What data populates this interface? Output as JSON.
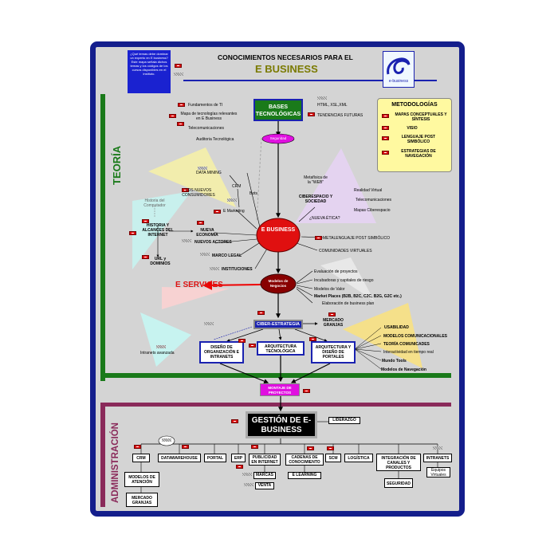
{
  "header": {
    "intro": "¿Qué temas debe dominar un experto en E business? Este mapa señala dichos temas y los códigos de los cursos disponibles en el instituto.",
    "title_line1": "CONOCIMIENTOS NECESARIOS PARA EL",
    "title_line2": "E BUSINESS",
    "logo_text": "e-business"
  },
  "sections": {
    "teoria": "TEORÍA",
    "administracion": "ADMINISTRACIÓN"
  },
  "metodologias": {
    "title": "METODOLOGÍAS",
    "items": [
      "MAPAS CONCEPTUALES Y SÍNTESIS",
      "VISIO",
      "LENGUAJE POST SIMBÓLICO",
      "ESTRATEGIAS DE NAVEGACIÓN"
    ]
  },
  "bases": {
    "label": "BASES TECNOLÓGICAS",
    "left": [
      "Fundamentos de TI",
      "Mapa de tecnologías relevantes en E Business",
      "Telecomunicaciones",
      "Auditoria Tecnológica"
    ],
    "right": [
      "HTML, XSL,XML",
      "TENDENCIAS FUTURAS"
    ],
    "seguridad": "Seguridad"
  },
  "ebusiness": {
    "label": "E BUSINESS"
  },
  "marketing": {
    "data_mining": "DATA MINING",
    "crm": "CRM",
    "consumidores": "LOS NUEVOS CONSUMIDORES",
    "emarketing": "E Marketing",
    "bots": "Bots"
  },
  "historia": {
    "computador": "Historia del Computador",
    "historia": "HISTORIA Y ALCANCES DEL INTERNET",
    "url": "URL y DOMINIOS",
    "economia": "NUEVA ECONOMÍA",
    "actores": "NUEVOS ACTORES",
    "marco": "MARCO LEGAL",
    "instituciones": "INSTITUCIONES"
  },
  "ciber": {
    "metafisica": "Metafísica de la \"WEB\"",
    "realidad": "Realidad Virtual",
    "ciberespacio": "CIBERESPACIO Y SOCIEDAD",
    "telecom": "Telecomunicaciones",
    "mapas": "Mapas Ciberespacio",
    "etica": "¿NUEVA ÉTICA?",
    "metalenguaje": "METALENGUAJE POST SIMBÓLICO",
    "comunidades": "COMUNIDADES VIRTUALES"
  },
  "eservices": "E SERVICES",
  "modelos": {
    "label": "Modelos de Negocios",
    "items": [
      "Evaluación de proyectos",
      "Incubadoras y capitales de riesgo",
      "Modelos de Valor",
      "Market Places (B2B, B2C, C2C, B2G, G2C etc.)",
      "Elaboración de business plan"
    ]
  },
  "estrategia": {
    "ciber": "CIBER-ESTRATEGIA",
    "mercado": "MERCADO GRANJAS",
    "intranets_avanzada": "Intranets avanzada",
    "diseno_org": "DISEÑO DE ORGANIZACIÓN E INTRANETS",
    "arq_tec": "ARQUITECTURA TECNOLÓGICA",
    "arq_portales": "ARQUITECTURA Y DISEÑO DE PORTALES",
    "usabilidad": [
      "USABILIDAD",
      "MODELOS COMUNICACIONALES",
      "TEORÍA COMUNICADES",
      "Interactividad en tiempo real",
      "Mundo Tools",
      "Modelos de Navegación"
    ]
  },
  "montaje": "MONTAJE DE PROYECTOS",
  "gestion": {
    "label": "GESTIÓN DE E-BUSINESS",
    "liderazgo": "LIDERAZGO"
  },
  "admin": {
    "crm": "CRM",
    "modelos_atencion": "MODELOS DE ATENCIÓN",
    "mercado_granjas": "MERCADO GRANJAS",
    "datawarehouse": "DATAWAREHOUSE",
    "portal": "PORTAL",
    "erp": "ERP",
    "publicidad": "PUBLICIDAD EN INTERNET",
    "marcas": "MARCAS",
    "venta": "VENTA",
    "cadenas": "CADENAS DE CONOCIMIENTO",
    "elearning": "E LEARNING",
    "scm": "SCM",
    "logistica": "LOGÍSTICA",
    "integracion": "INTEGRACIÓN DE CANALES Y PRODUCTOS",
    "seguridad": "SEGURIDAD",
    "intranets": "INTRANETS",
    "equipos": "Equipos Virtuales"
  }
}
